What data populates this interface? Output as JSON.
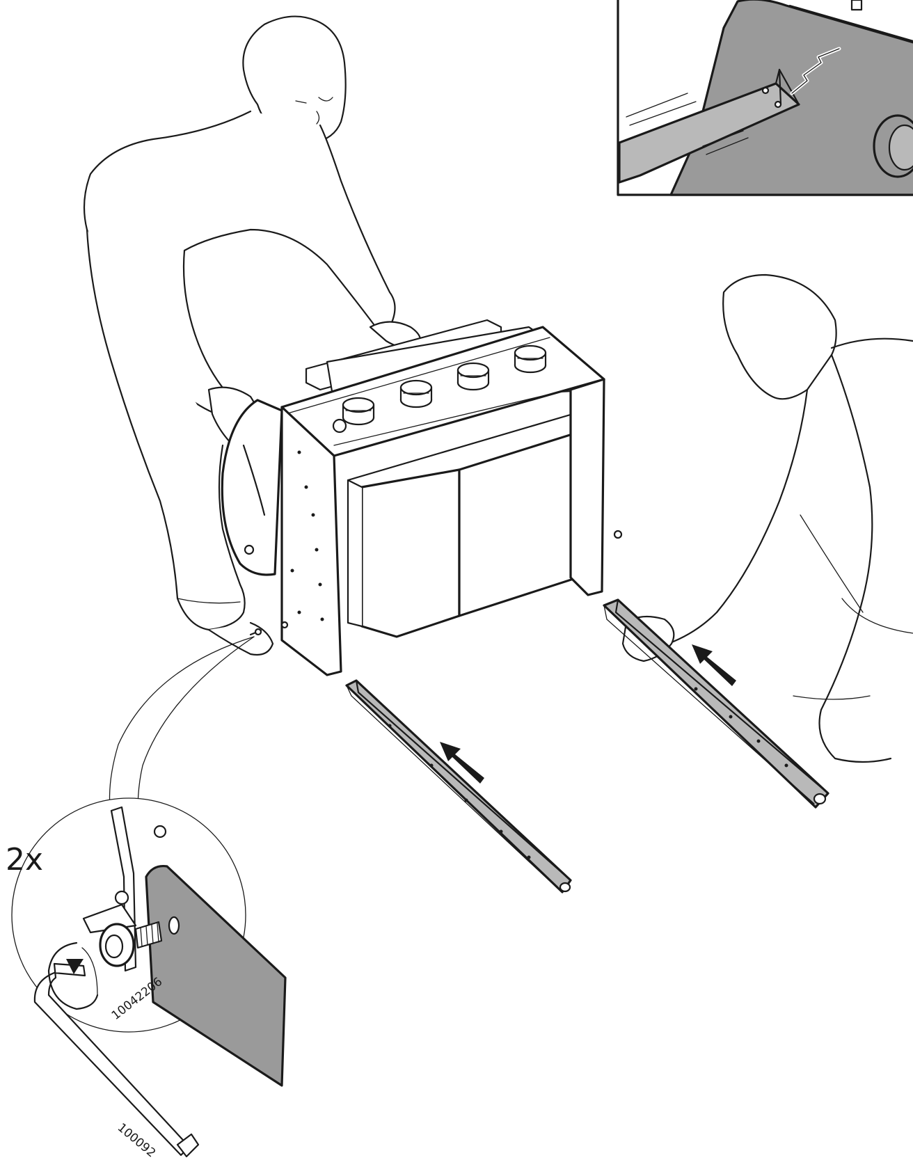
{
  "callout": {
    "quantity_label": "2x",
    "screw_part_number": "10042206",
    "key_part_number": "100092"
  },
  "colors": {
    "ink": "#1a1a1a",
    "panel_grey": "#9a9a9a",
    "rail_grey": "#b9b9b9",
    "background": "#ffffff"
  },
  "icons": {
    "rotation_arrow": "clockwise-arrow-icon",
    "slide_arrows": "direction-arrow-icon"
  }
}
